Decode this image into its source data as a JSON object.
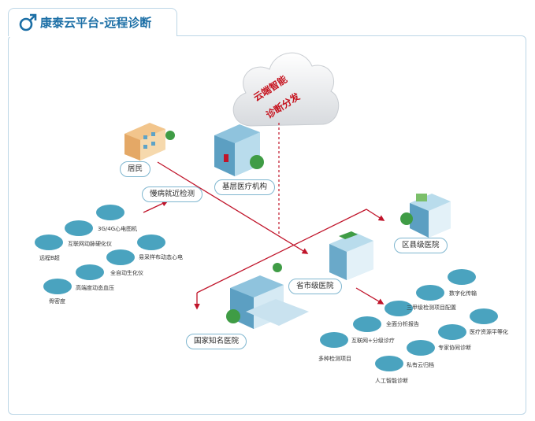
{
  "header": {
    "title": "康泰云平台-远程诊断",
    "icon": "male-symbol-icon"
  },
  "cloud": {
    "line1": "云端智能",
    "line2": "诊断分发"
  },
  "nodes": {
    "resident": "居民",
    "grassroots": "基层医疗机构",
    "chronic": "慢病就近检测",
    "district": "区县级医院",
    "provincial": "省市级医院",
    "national": "国家知名医院"
  },
  "devices": [
    {
      "label": "3G/4G心电图机",
      "icon": "ecg-machine-icon"
    },
    {
      "label": "互联网动脉硬化仪",
      "icon": "arteriosclerosis-icon"
    },
    {
      "label": "远程B超",
      "icon": "ultrasound-icon"
    },
    {
      "label": "易采样布动态心电",
      "icon": "holter-icon"
    },
    {
      "label": "全自动生化仪",
      "icon": "biochemical-analyzer-icon"
    },
    {
      "label": "高端度动态血压",
      "icon": "blood-pressure-icon"
    },
    {
      "label": "骨密度",
      "icon": "bone-density-icon"
    }
  ],
  "services": [
    {
      "label": "数字化传输",
      "icon": "digital-transfer-icon"
    },
    {
      "label": "三甲级检测项目配置",
      "icon": "home-config-icon"
    },
    {
      "label": "医疗资源平等化",
      "icon": "balance-icon"
    },
    {
      "label": "全面分析报告",
      "icon": "report-icon"
    },
    {
      "label": "专家协同诊断",
      "icon": "experts-icon"
    },
    {
      "label": "互联网+分级诊疗",
      "icon": "network-icon"
    },
    {
      "label": "多种检测项目",
      "icon": "list-icon"
    },
    {
      "label": "私有云归档",
      "icon": "cloud-archive-icon"
    },
    {
      "label": "人工智能诊断",
      "icon": "ai-diagnosis-icon"
    }
  ],
  "colors": {
    "accent": "#1c6fa6",
    "arrow": "#c0142a",
    "teal": "#4aa3bf",
    "border": "#bcd6e6"
  }
}
